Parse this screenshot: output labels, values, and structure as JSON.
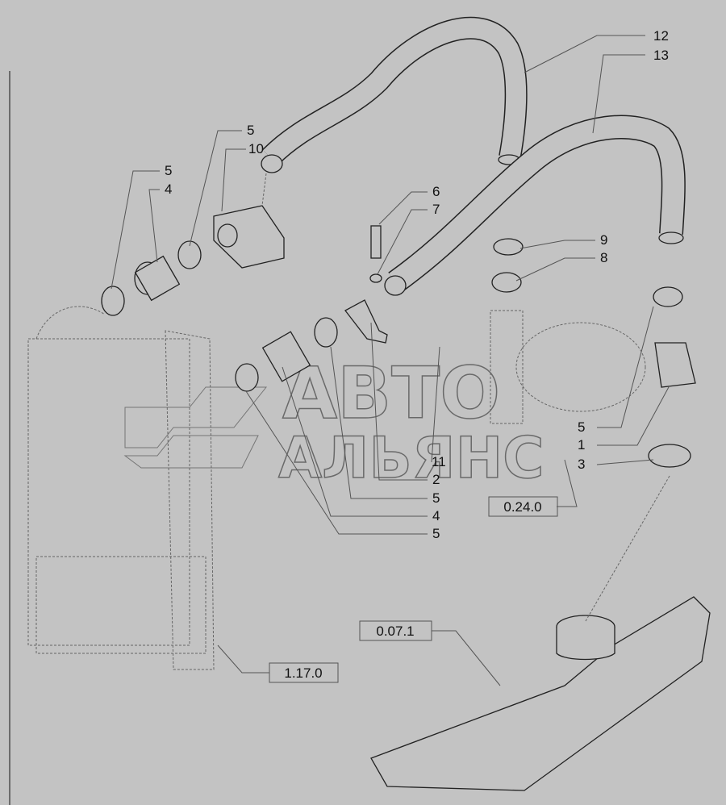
{
  "watermark": {
    "line1": "АВТО",
    "line2": "АЛЬЯНС"
  },
  "callouts": [
    {
      "id": "c12",
      "text": "12"
    },
    {
      "id": "c13",
      "text": "13"
    },
    {
      "id": "c5a",
      "text": "5"
    },
    {
      "id": "c10",
      "text": "10"
    },
    {
      "id": "c5b",
      "text": "5"
    },
    {
      "id": "c4a",
      "text": "4"
    },
    {
      "id": "c6",
      "text": "6"
    },
    {
      "id": "c7",
      "text": "7"
    },
    {
      "id": "c9",
      "text": "9"
    },
    {
      "id": "c8",
      "text": "8"
    },
    {
      "id": "c5c",
      "text": "5"
    },
    {
      "id": "c1",
      "text": "1"
    },
    {
      "id": "c3",
      "text": "3"
    },
    {
      "id": "c11",
      "text": "11"
    },
    {
      "id": "c2",
      "text": "2"
    },
    {
      "id": "c5d",
      "text": "5"
    },
    {
      "id": "c4b",
      "text": "4"
    },
    {
      "id": "c5e",
      "text": "5"
    }
  ],
  "references": [
    {
      "id": "r1",
      "text": "0.24.0"
    },
    {
      "id": "r2",
      "text": "0.07.1"
    },
    {
      "id": "r3",
      "text": "1.17.0"
    }
  ]
}
